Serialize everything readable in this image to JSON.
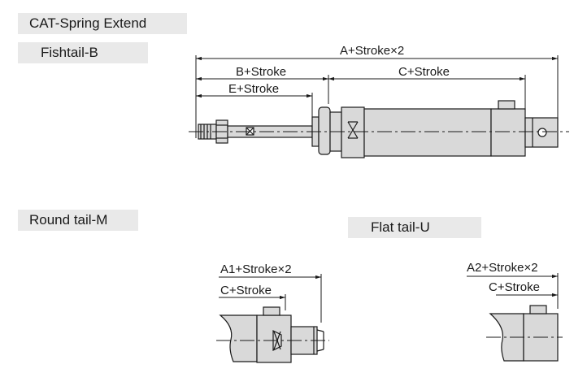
{
  "labels": {
    "title": "CAT-Spring Extend",
    "fishtail": "Fishtail-B",
    "round_tail": "Round tail-M",
    "flat_tail": "Flat tail-U"
  },
  "dimensions": {
    "a_stroke_x2": "A+Stroke×2",
    "b_stroke": "B+Stroke",
    "c_stroke": "C+Stroke",
    "e_stroke": "E+Stroke",
    "a1_stroke_x2": "A1+Stroke×2",
    "c_stroke_round": "C+Stroke",
    "a2_stroke_x2": "A2+Stroke×2",
    "c_stroke_flat": "C+Stroke"
  },
  "colors": {
    "body_fill": "#d9d9d9",
    "line": "#1a1a1a",
    "label_bg": "#e9e9e9"
  }
}
